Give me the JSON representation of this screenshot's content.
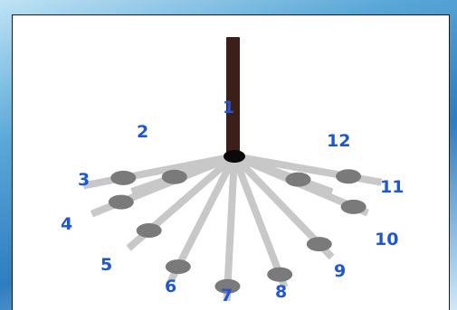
{
  "diagram": {
    "hours": [
      {
        "label": "1",
        "angle_deg": 0
      },
      {
        "label": "2",
        "angle_deg": -71
      },
      {
        "label": "3",
        "angle_deg": -79
      },
      {
        "label": "4",
        "angle_deg": -68
      },
      {
        "label": "5",
        "angle_deg": -49
      },
      {
        "label": "6",
        "angle_deg": -27
      },
      {
        "label": "7",
        "angle_deg": -3
      },
      {
        "label": "8",
        "angle_deg": 21
      },
      {
        "label": "9",
        "angle_deg": 44
      },
      {
        "label": "10",
        "angle_deg": 67
      },
      {
        "label": "11",
        "angle_deg": 80
      },
      {
        "label": "12",
        "angle_deg": 70
      }
    ],
    "colors": {
      "gnomon": "#3d1f17",
      "shadow_line": "#c8c8c8",
      "shadow_ellipse": "#7a7a7a",
      "label": "#1f56d8",
      "hub": "#0a0a0a"
    }
  }
}
